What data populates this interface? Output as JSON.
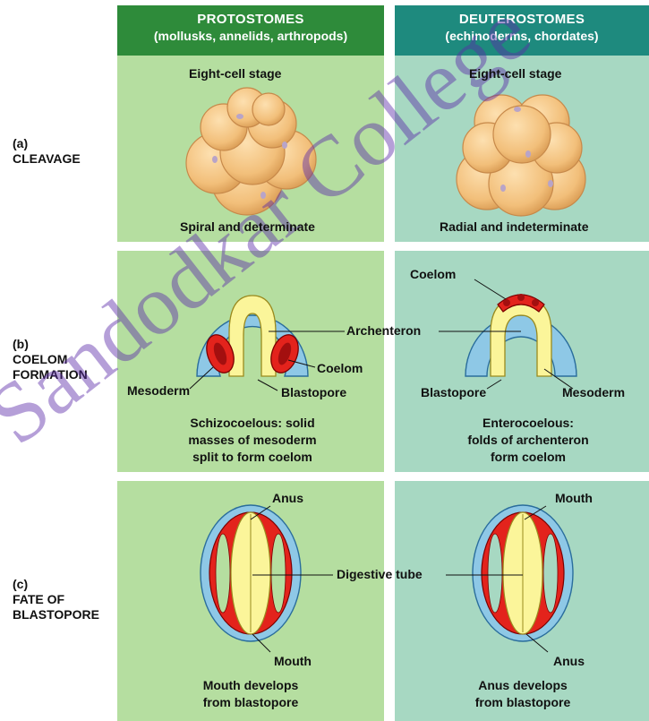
{
  "headers": {
    "left": {
      "title": "PROTOSTOMES",
      "subtitle": "(mollusks, annelids, arthropods)"
    },
    "right": {
      "title": "DEUTEROSTOMES",
      "subtitle": "(echinoderms, chordates)"
    }
  },
  "rows": {
    "a": {
      "letter": "(a)",
      "line1": "CLEAVAGE",
      "line2": ""
    },
    "b": {
      "letter": "(b)",
      "line1": "COELOM",
      "line2": "FORMATION"
    },
    "c": {
      "letter": "(c)",
      "line1": "FATE OF",
      "line2": "BLASTOPORE"
    }
  },
  "cleavage": {
    "left_top": "Eight-cell stage",
    "right_top": "Eight-cell stage",
    "left_bottom": "Spiral and determinate",
    "right_bottom": "Radial and indeterminate"
  },
  "coelom": {
    "archenteron": "Archenteron",
    "left_coelom": "Coelom",
    "left_mesoderm": "Mesoderm",
    "left_blastopore": "Blastopore",
    "right_coelom": "Coelom",
    "right_blastopore": "Blastopore",
    "right_mesoderm": "Mesoderm",
    "left_caption": [
      "Schizocoelous: solid",
      "masses of mesoderm",
      "split to form coelom"
    ],
    "right_caption": [
      "Enterocoelous:",
      "folds of archenteron",
      "form coelom"
    ]
  },
  "blastopore": {
    "left_top": "Anus",
    "left_bottom": "Mouth",
    "right_top": "Mouth",
    "right_bottom": "Anus",
    "digestive": "Digestive tube",
    "left_caption": [
      "Mouth develops",
      "from blastopore"
    ],
    "right_caption": [
      "Anus develops",
      "from blastopore"
    ]
  },
  "watermark": "Sandodkar College",
  "colors": {
    "header_left": "#2e8b3a",
    "header_right": "#1e8a7e",
    "panel_left": "#b5dea0",
    "panel_right": "#a7d8c2",
    "embryo": "#f2c17e",
    "ectoderm": "#8ec8e6",
    "endoderm": "#fbf59a",
    "mesoderm": "#e3231c"
  }
}
